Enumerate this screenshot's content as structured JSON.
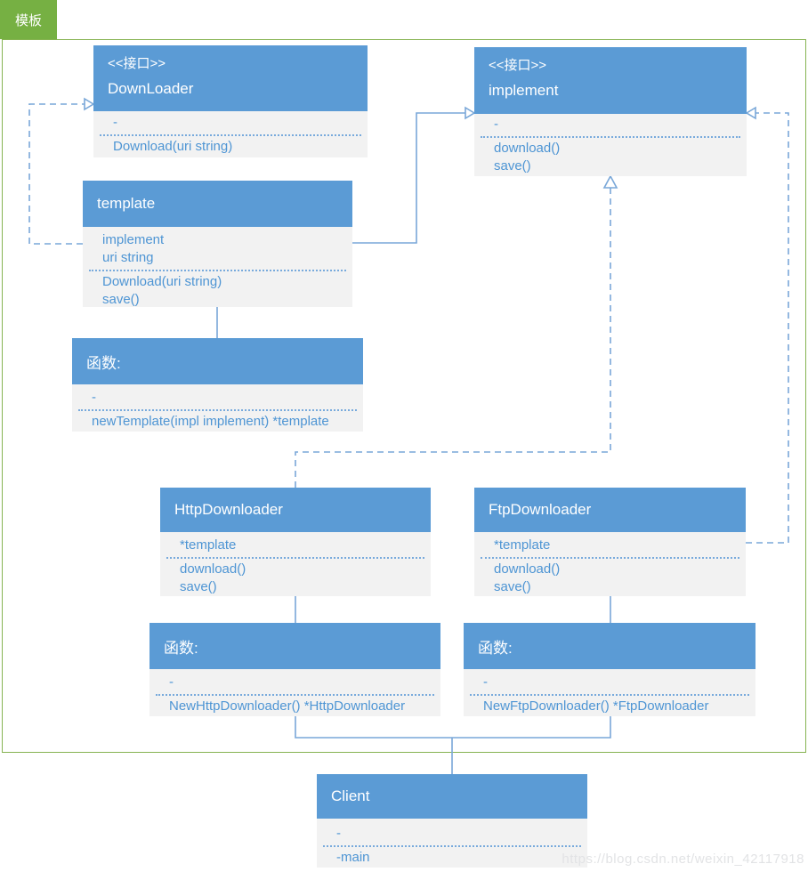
{
  "tab": {
    "label": "模板"
  },
  "colors": {
    "green_tab": "#76B043",
    "frame_green": "#86B351",
    "header_blue": "#5B9BD5",
    "body_gray": "#F2F2F2",
    "text_blue": "#4E95D4",
    "connector_blue": "#79A7D8",
    "watermark_gray": "#E2E3E5"
  },
  "watermark": "https://blog.csdn.net/weixin_42117918",
  "boxes": {
    "downloader": {
      "stereotype": "<<接口>>",
      "name": "DownLoader",
      "attrs": [
        "-"
      ],
      "methods": [
        "Download(uri string)"
      ]
    },
    "implement": {
      "stereotype": "<<接口>>",
      "name": "implement",
      "attrs": [
        "-"
      ],
      "methods": [
        "download()",
        "save()"
      ]
    },
    "template": {
      "name": "template",
      "attrs": [
        "implement",
        "uri string"
      ],
      "methods": [
        "Download(uri string)",
        "save()"
      ]
    },
    "fn_template": {
      "name": "函数:",
      "attrs": [
        "-"
      ],
      "methods": [
        "newTemplate(impl implement) *template"
      ]
    },
    "http": {
      "name": "HttpDownloader",
      "attrs": [
        "*template"
      ],
      "methods": [
        "download()",
        "save()"
      ]
    },
    "ftp": {
      "name": "FtpDownloader",
      "attrs": [
        "*template"
      ],
      "methods": [
        "download()",
        "save()"
      ]
    },
    "fn_http": {
      "name": "函数:",
      "attrs": [
        "-"
      ],
      "methods": [
        "NewHttpDownloader() *HttpDownloader"
      ]
    },
    "fn_ftp": {
      "name": "函数:",
      "attrs": [
        "-"
      ],
      "methods": [
        "NewFtpDownloader() *FtpDownloader"
      ]
    },
    "client": {
      "name": "Client",
      "attrs": [
        "-"
      ],
      "methods": [
        "-main"
      ]
    }
  }
}
